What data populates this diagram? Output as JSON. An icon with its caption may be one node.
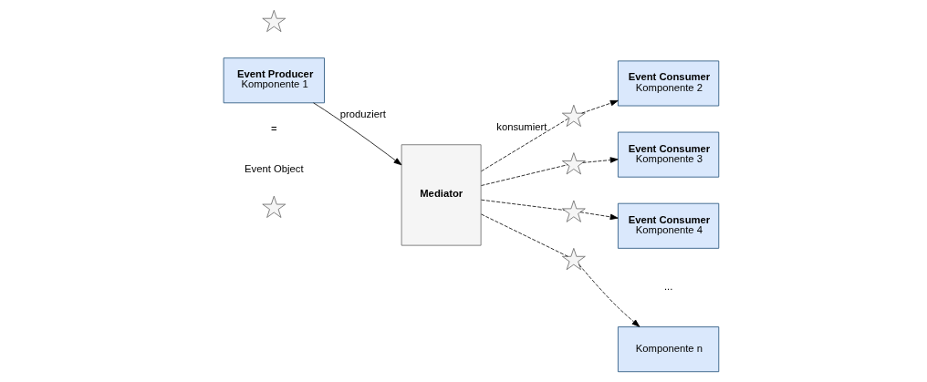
{
  "diagram": {
    "nodes": [
      {
        "text": [
          "Event Producer",
          "Komponente 1"
        ]
      },
      {
        "text": [],
        "shape": "star"
      },
      {
        "text": [
          "Mediator"
        ]
      },
      {
        "text": [],
        "shape": "star"
      },
      {
        "text": [
          "Event Consumer",
          "Komponente 2"
        ]
      },
      {
        "text": [],
        "shape": "star"
      },
      {
        "text": [
          "Event Consumer",
          "Komponente 3"
        ]
      },
      {
        "text": [],
        "shape": "star"
      },
      {
        "text": [
          "Event Consumer",
          "Komponente 4"
        ]
      },
      {
        "text": [],
        "shape": "star"
      },
      {
        "text": [
          "Komponente n"
        ]
      },
      {
        "text": [],
        "shape": "star"
      }
    ],
    "edges": [
      {
        "from": 0,
        "to": 2,
        "arrow": "to",
        "label": "produziert"
      },
      {
        "from": 2,
        "to": 3,
        "arrow": "none",
        "style": "dashed",
        "label": "konsumiert"
      },
      {
        "from": 3,
        "to": 4,
        "arrow": "to",
        "style": "dashed"
      },
      {
        "from": 2,
        "to": 5,
        "arrow": "none",
        "style": "dashed"
      },
      {
        "from": 5,
        "to": 6,
        "arrow": "to",
        "style": "dashed"
      },
      {
        "from": 2,
        "to": 7,
        "arrow": "none",
        "style": "dashed"
      },
      {
        "from": 7,
        "to": 8,
        "arrow": "to",
        "style": "dashed"
      },
      {
        "from": 2,
        "to": 9,
        "arrow": "none",
        "style": "dashed"
      },
      {
        "from": 9,
        "to": 10,
        "arrow": "to",
        "style": "dashed"
      }
    ],
    "labels": [
      "=",
      "..."
    ],
    "legend": [
      {
        "text": "Event Object"
      }
    ]
  }
}
